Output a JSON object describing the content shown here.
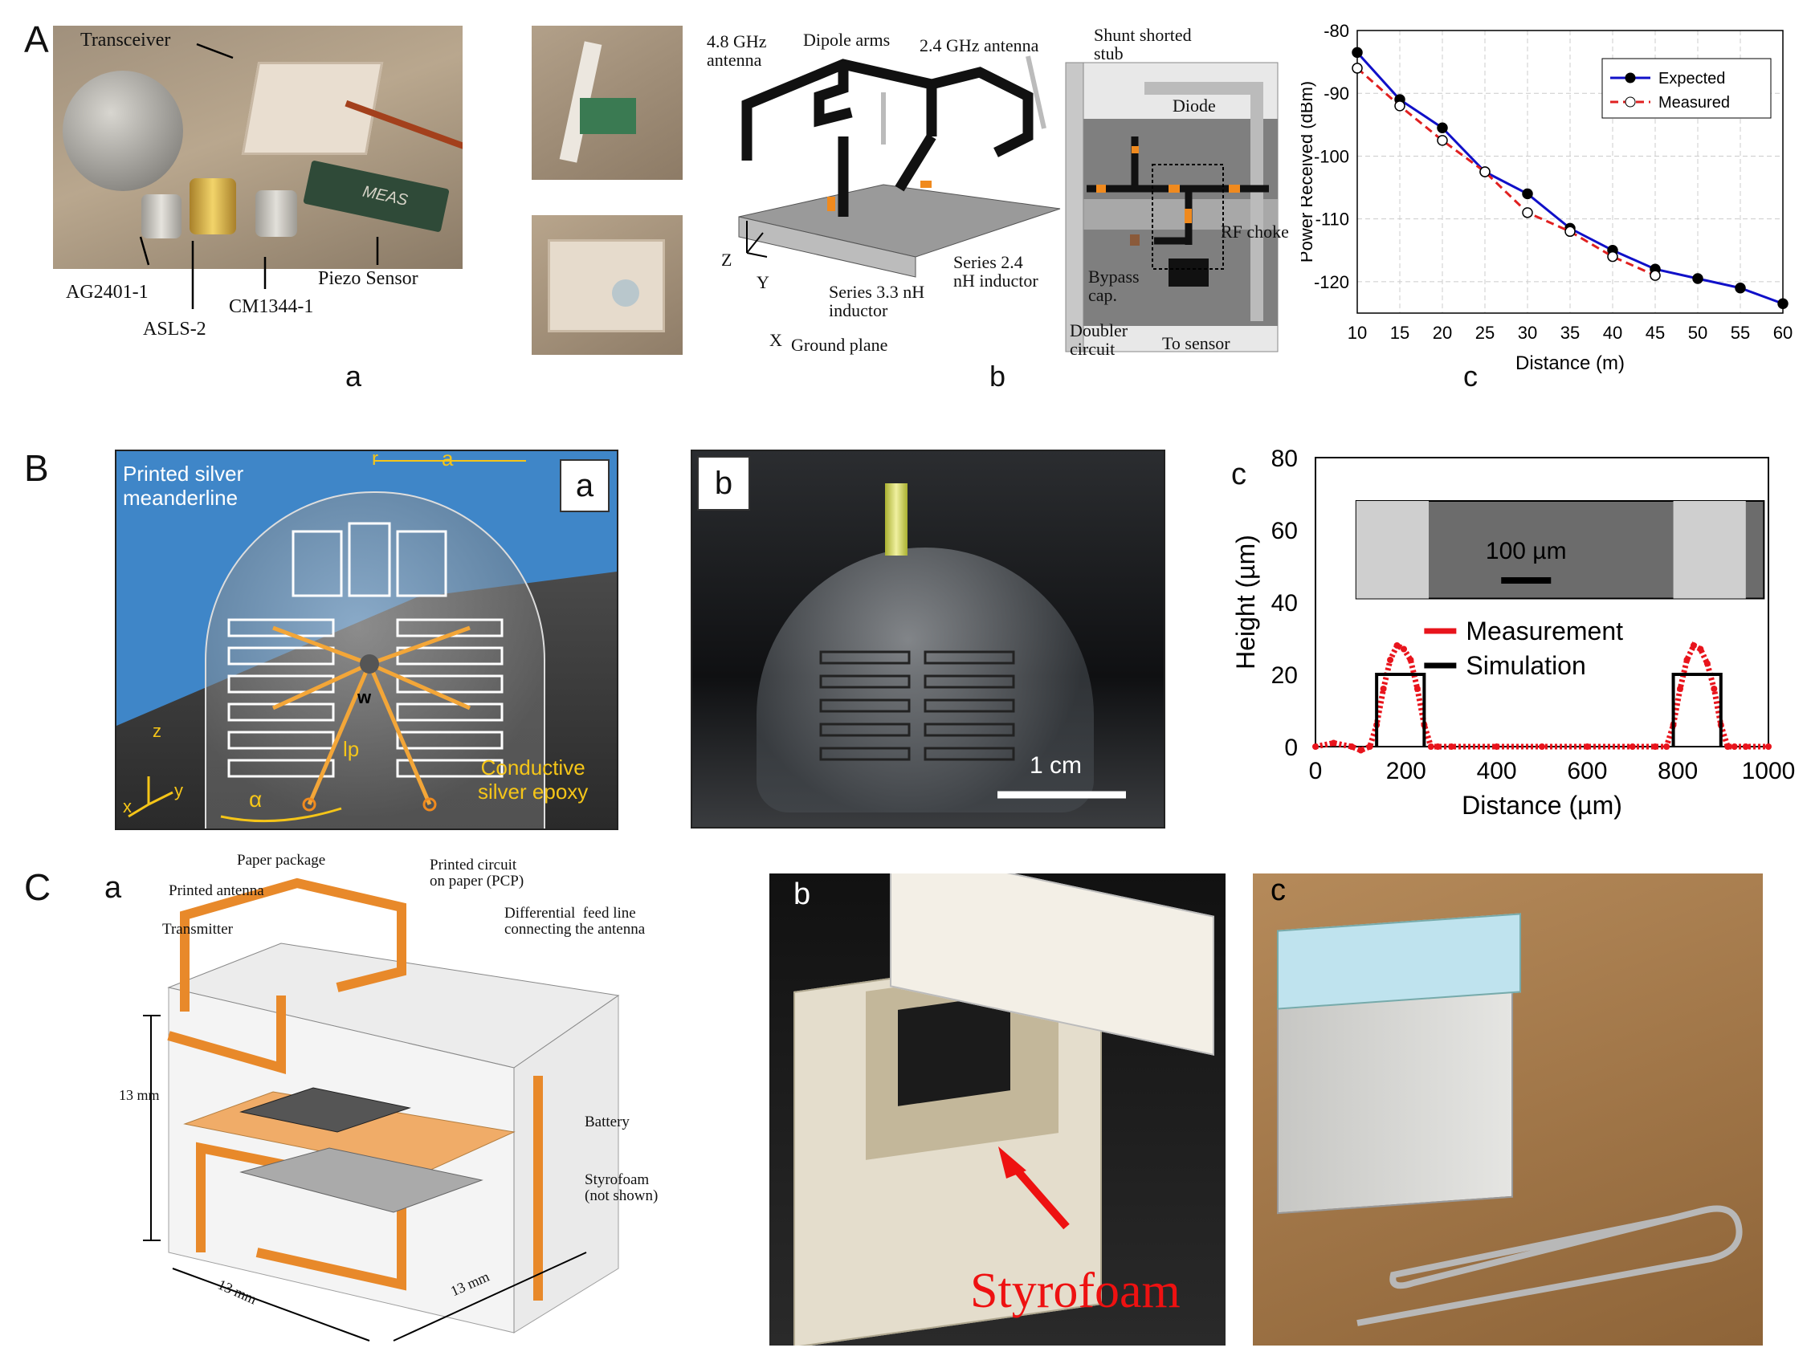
{
  "panels": {
    "A": {
      "label": "A",
      "a": {
        "sublabel": "a",
        "annotations": {
          "transceiver": "Transceiver",
          "ag2401": "AG2401-1",
          "asls2": "ASLS-2",
          "cm1344": "CM1344-1",
          "piezo": "Piezo Sensor",
          "meas": "MEAS"
        }
      },
      "b": {
        "sublabel": "b",
        "annotations": {
          "ant48": "4.8 GHz\nantenna",
          "dipole": "Dipole arms",
          "ant24": "2.4 GHz antenna",
          "series24": "Series 2.4\nnH inductor",
          "series33": "Series 3.3 nH\ninductor",
          "ground": "Ground plane",
          "ax_z": "Z",
          "ax_y": "Y",
          "ax_x": "X",
          "shunt": "Shunt shorted\nstub",
          "diode": "Diode",
          "rfchoke": "RF choke",
          "bypass": "Bypass\ncap.",
          "doubler": "Doubler\ncircuit",
          "tosensor": "To sensor"
        }
      },
      "c": {
        "sublabel": "c"
      }
    },
    "B": {
      "label": "B",
      "a": {
        "sublabel": "a",
        "annotations": {
          "meander": "Printed silver\nmeanderline",
          "r": "r",
          "a_dim": "a",
          "w": "w",
          "lp": "lp",
          "alpha": "α",
          "epoxy": "Conductive\nsilver epoxy",
          "ax_z": "z",
          "ax_y": "y",
          "ax_x": "x"
        }
      },
      "b": {
        "sublabel": "b",
        "scalebar": "1 cm"
      },
      "c": {
        "sublabel": "c",
        "inset_scale": "100 µm"
      }
    },
    "C": {
      "label": "C",
      "a": {
        "sublabel": "a",
        "annotations": {
          "paper": "Paper package",
          "pcp": "Printed circuit\non paper (PCP)",
          "printed_ant": "Printed antenna",
          "transmitter": "Transmitter",
          "feed": "Differential  feed line\nconnecting the antenna",
          "mm_v": "13 mm",
          "battery": "Battery",
          "styro": "Styrofoam\n(not shown)",
          "mm_l": "13 mm",
          "mm_r": "13 mm"
        }
      },
      "b": {
        "sublabel": "b",
        "styrofoam": "Styrofoam"
      },
      "c": {
        "sublabel": "c"
      }
    }
  },
  "colors": {
    "orange": "#f08a1e",
    "expected": "#1010c8",
    "measured_dash": "#e02020",
    "measurement": "#e8141c",
    "simulation": "#000000",
    "sky": "#3f86c8"
  },
  "chart_data": [
    {
      "type": "line",
      "xlabel": "Distance (m)",
      "ylabel": "Power Received (dBm)",
      "xlim": [
        10,
        60
      ],
      "ylim": [
        -125,
        -80
      ],
      "xticks": [
        10,
        20,
        30,
        40,
        50,
        60
      ],
      "xtick_labels": [
        "10",
        "15",
        "20",
        "25",
        "30",
        "35",
        "40",
        "45",
        "50",
        "55",
        "60"
      ],
      "yticks": [
        -80,
        -90,
        -100,
        -110,
        -120
      ],
      "ytick_labels": [
        "-80",
        "-90",
        "-100",
        "-110",
        "-120"
      ],
      "grid": true,
      "legend_position": "top-right",
      "series": [
        {
          "name": "Expected",
          "x": [
            10,
            15,
            20,
            25,
            30,
            35,
            40,
            45,
            50,
            55,
            60
          ],
          "y": [
            -83.5,
            -91,
            -95.5,
            -102.5,
            -106,
            -111.5,
            -115,
            -118,
            -119.5,
            -121,
            -123.5
          ]
        },
        {
          "name": "Measured",
          "x": [
            10,
            15,
            20,
            25,
            30,
            35,
            40,
            45
          ],
          "y": [
            -86,
            -92,
            -97.5,
            -102.5,
            -109,
            -112,
            -116,
            -119
          ]
        }
      ]
    },
    {
      "type": "line",
      "xlabel": "Distance (µm)",
      "ylabel": "Height (µm)",
      "xlim": [
        0,
        1000
      ],
      "ylim": [
        0,
        80
      ],
      "xticks": [
        0,
        200,
        400,
        600,
        800,
        1000
      ],
      "yticks": [
        0,
        20,
        40,
        60,
        80
      ],
      "grid": false,
      "legend_position": "center",
      "series": [
        {
          "name": "Measurement",
          "x": [
            0,
            40,
            80,
            100,
            120,
            135,
            150,
            165,
            180,
            195,
            210,
            225,
            240,
            255,
            270,
            300,
            400,
            500,
            600,
            700,
            750,
            775,
            790,
            805,
            820,
            835,
            850,
            865,
            880,
            895,
            910,
            925,
            950,
            1000
          ],
          "y": [
            0,
            1,
            0,
            -1,
            0,
            6,
            16,
            24,
            28,
            27,
            24,
            16,
            6,
            0,
            0,
            0,
            0,
            0,
            0,
            0,
            0,
            0,
            6,
            16,
            24,
            28,
            27,
            23,
            16,
            6,
            0,
            0,
            0,
            0
          ]
        },
        {
          "name": "Simulation",
          "x": [
            135,
            135,
            150,
            225,
            240,
            240,
            790,
            790,
            805,
            880,
            895,
            895
          ],
          "y": [
            0,
            20,
            20,
            20,
            20,
            0,
            0,
            20,
            20,
            20,
            20,
            0
          ]
        }
      ]
    }
  ]
}
